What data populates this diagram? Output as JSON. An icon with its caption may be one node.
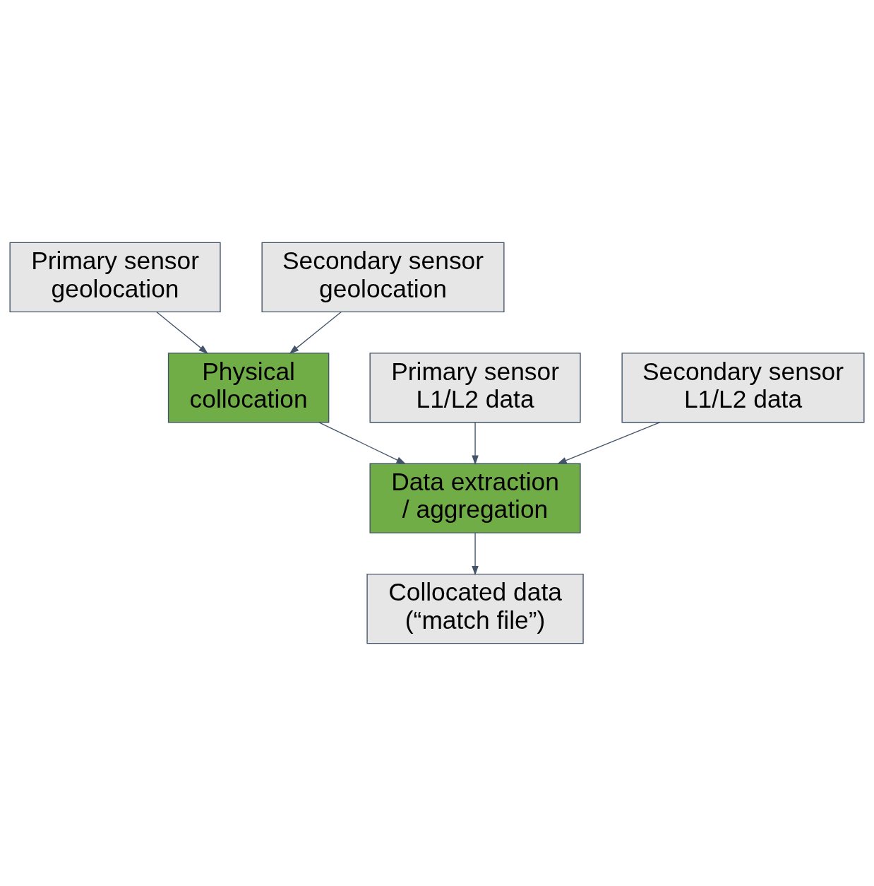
{
  "diagram": {
    "nodes": [
      {
        "text": [
          "Primary sensor geolocation"
        ]
      },
      {
        "text": [
          "Secondary sensor geolocation"
        ]
      },
      {
        "text": [
          "Physical collocation"
        ]
      },
      {
        "text": [
          "Primary sensor L1/L2 data"
        ]
      },
      {
        "text": [
          "Secondary sensor L1/L2 data"
        ]
      },
      {
        "text": [
          "Data extraction / aggregation"
        ]
      },
      {
        "text": [
          "Collocated data (“match file”)"
        ]
      }
    ],
    "edges": [
      {
        "from": 0,
        "to": 2,
        "arrow": "to"
      },
      {
        "from": 1,
        "to": 2,
        "arrow": "to"
      },
      {
        "from": 2,
        "to": 5,
        "arrow": "to"
      },
      {
        "from": 3,
        "to": 5,
        "arrow": "to"
      },
      {
        "from": 4,
        "to": 5,
        "arrow": "to"
      },
      {
        "from": 5,
        "to": 6,
        "arrow": "to"
      }
    ]
  }
}
